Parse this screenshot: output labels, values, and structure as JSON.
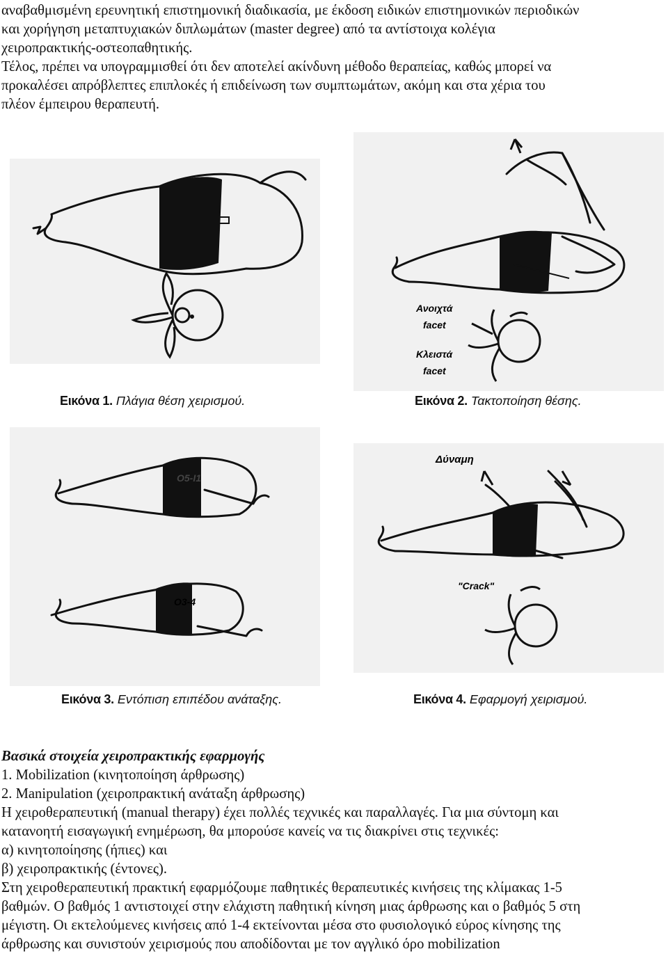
{
  "intro": {
    "lines": [
      "αναβαθμισμένη ερευνητική επιστημονική διαδικασία, με έκδοση ειδικών επιστημονικών περιοδικών",
      "και χορήγηση μεταπτυχιακών διπλωμάτων (master degree) από τα αντίστοιχα κολέγια",
      "χειροπρακτικής-οστεοπαθητικής.",
      "Τέλος, πρέπει να υπογραμμισθεί ότι δεν αποτελεί ακίνδυνη μέθοδο θεραπείας, καθώς μπορεί να",
      "προκαλέσει απρόβλεπτες επιπλοκές ή επιδείνωση των συμπτωμάτων, ακόμη και στα χέρια του",
      "πλέον έμπειρου θεραπευτή."
    ]
  },
  "figures": [
    {
      "label": "Εικόνα 1.",
      "caption": "Πλάγια θέση χειρισμού."
    },
    {
      "label": "Εικόνα 2.",
      "caption": "Τακτοποίηση θέσης.",
      "annotations": {
        "open": "Ανοιχτά",
        "open_facet": "facet",
        "closed": "Κλειστά",
        "closed_facet": "facet"
      }
    },
    {
      "label": "Εικόνα 3.",
      "caption": "Εντόπιση επιπέδου ανάταξης.",
      "annotations": {
        "level_upper": "Ο5-Ι1",
        "level_lower": "Ο3-4"
      }
    },
    {
      "label": "Εικόνα 4.",
      "caption": "Εφαρμογή χειρισμού.",
      "annotations": {
        "force": "Δύναμη",
        "crack": "\"Crack\""
      }
    }
  ],
  "section": {
    "heading": "Βασικά στοιχεία χειροπρακτικής εφαρμογής",
    "lines": [
      "1. Mobilization (κινητοποίηση άρθρωσης)",
      "2. Manipulation (χειροπρακτική ανάταξη άρθρωσης)",
      "Η χειροθεραπευτική (manual therapy) έχει πολλές τεχνικές και παραλλαγές. Για μια σύντομη και",
      "κατανοητή εισαγωγική ενημέρωση, θα μπορούσε κανείς να τις διακρίνει στις τεχνικές:",
      "α) κινητοποίησης (ήπιες) και",
      "β) χειροπρακτικής (έντονες).",
      "Στη χειροθεραπευτική πρακτική εφαρμόζουμε παθητικές θεραπευτικές κινήσεις της κλίμακας 1-5",
      "βαθμών. Ο βαθμός 1 αντιστοιχεί στην ελάχιστη παθητική κίνηση μιας άρθρωσης και ο βαθμός 5 στη",
      "μέγιστη. Οι εκτελούμενες κινήσεις από 1-4 εκτείνονται μέσα στο φυσιολογικό εύρος κίνησης της",
      "άρθρωσης και συνιστούν χειρισμούς που αποδίδονται με τον αγγλικό όρο mobilization"
    ]
  }
}
